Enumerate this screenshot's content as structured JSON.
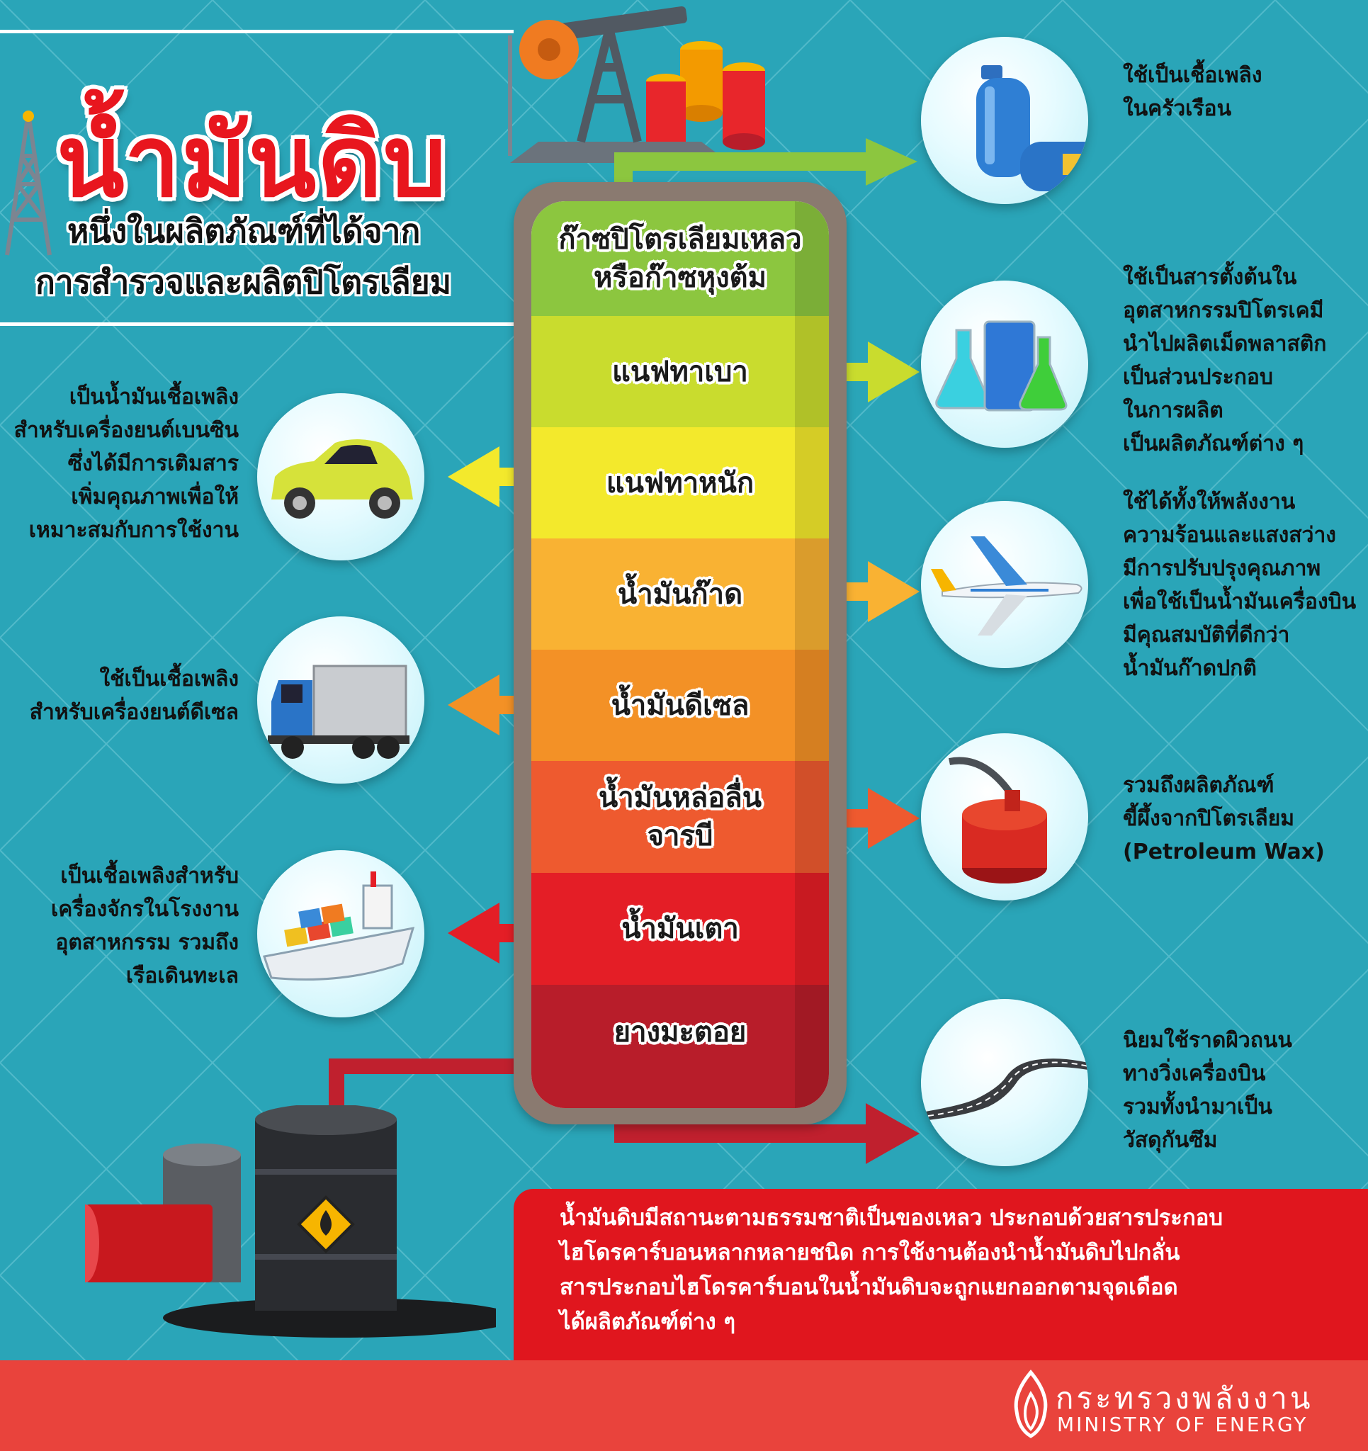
{
  "title": {
    "main": "น้ำมันดิบ",
    "subtitle_line1": "หนึ่งในผลิตภัณฑ์ที่ได้จาก",
    "subtitle_line2": "การสำรวจและผลิตปิโตรเลียม"
  },
  "column": {
    "layers": [
      {
        "label": "ก๊าซปิโตรเลียมเหลว\nหรือก๊าซหุงต้ม",
        "color": "#8cc63f"
      },
      {
        "label": "แนฟทาเบา",
        "color": "#c9dc2e"
      },
      {
        "label": "แนฟทาหนัก",
        "color": "#f3e92c"
      },
      {
        "label": "น้ำมันก๊าด",
        "color": "#f9b233"
      },
      {
        "label": "น้ำมันดีเซล",
        "color": "#f39126"
      },
      {
        "label": "น้ำมันหล่อลื่น\nจารบี",
        "color": "#ee5a2f"
      },
      {
        "label": "น้ำมันเตา",
        "color": "#e41e26"
      },
      {
        "label": "ยางมะตอย",
        "color": "#b81d2a"
      }
    ]
  },
  "products": {
    "lpg": {
      "icon": "gas-cylinder-icon",
      "text": "ใช้เป็นเชื้อเพลิง\nในครัวเรือน"
    },
    "light_naphtha": {
      "icon": "lab-flask-icon",
      "text": "ใช้เป็นสารตั้งต้นใน\nอุตสาหกรรมปิโตรเคมี\nนำไปผลิตเม็ดพลาสติก\nเป็นส่วนประกอบ\nในการผลิต\nเป็นผลิตภัณฑ์ต่าง ๆ"
    },
    "heavy_naphtha": {
      "icon": "car-icon",
      "text": "เป็นน้ำมันเชื้อเพลิง\nสำหรับเครื่องยนต์เบนซิน\nซึ่งได้มีการเติมสาร\nเพิ่มคุณภาพเพื่อให้\nเหมาะสมกับการใช้งาน"
    },
    "kerosene": {
      "icon": "airplane-icon",
      "text": "ใช้ได้ทั้งให้พลังงาน\nความร้อนและแสงสว่าง\nมีการปรับปรุงคุณภาพ\nเพื่อใช้เป็นน้ำมันเครื่องบิน\nมีคุณสมบัติที่ดีกว่า\nน้ำมันก๊าดปกติ"
    },
    "diesel": {
      "icon": "truck-icon",
      "text": "ใช้เป็นเชื้อเพลิง\nสำหรับเครื่องยนต์ดีเซล"
    },
    "lubricant": {
      "icon": "oil-can-icon",
      "text": "รวมถึงผลิตภัณฑ์\nขี้ผึ้งจากปิโตรเลียม\n(Petroleum Wax)"
    },
    "fuel_oil": {
      "icon": "cargo-ship-icon",
      "text": "เป็นเชื้อเพลิงสำหรับ\nเครื่องจักรในโรงงาน\nอุตสาหกรรม รวมถึง\nเรือเดินทะเล"
    },
    "asphalt": {
      "icon": "road-icon",
      "text": "นิยมใช้ราดผิวถนน\nทางวิ่งเครื่องบิน\nรวมทั้งนำมาเป็น\nวัสดุกันซึม"
    }
  },
  "summary": "น้ำมันดิบมีสถานะตามธรรมชาติเป็นของเหลว ประกอบด้วยสารประกอบ\nไฮโดรคาร์บอนหลากหลายชนิด การใช้งานต้องนำน้ำมันดิบไปกลั่น\nสารประกอบไฮโดรคาร์บอนในน้ำมันดิบจะถูกแยกออกตามจุดเดือด\nได้ผลิตภัณฑ์ต่าง ๆ",
  "footer": {
    "org_th": "กระทรวงพลังงาน",
    "org_en": "MINISTRY OF ENERGY"
  },
  "decor": {
    "pump_jack_icon": "pump-jack-icon",
    "oil_barrel_icon": "oil-barrel-icon",
    "derrick_icon": "oil-derrick-icon",
    "flame_logo_icon": "flame-logo-icon"
  }
}
